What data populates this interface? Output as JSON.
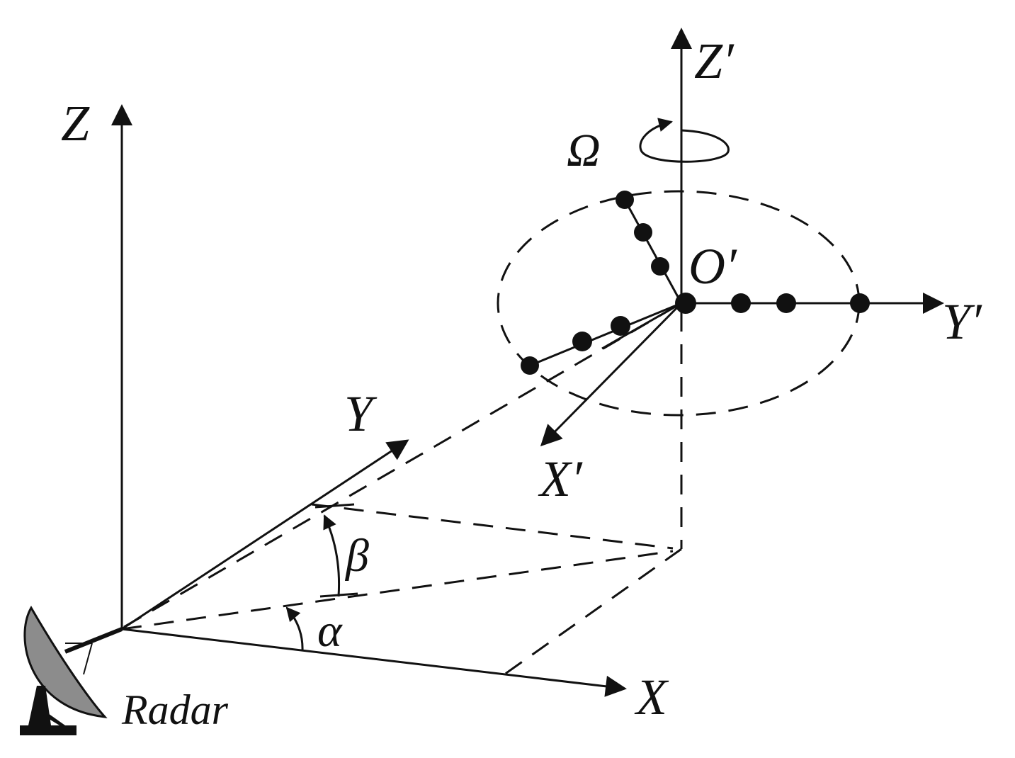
{
  "labels": {
    "z": "Z",
    "y": "Y",
    "x": "X",
    "z_prime": "Z′",
    "y_prime": "Y′",
    "x_prime": "X′",
    "o_prime": "O′",
    "omega": "Ω",
    "beta": "β",
    "alpha": "α",
    "radar": "Radar"
  },
  "colors": {
    "ink": "#111111",
    "dish": "#8c8c8c",
    "background": "#ffffff"
  }
}
